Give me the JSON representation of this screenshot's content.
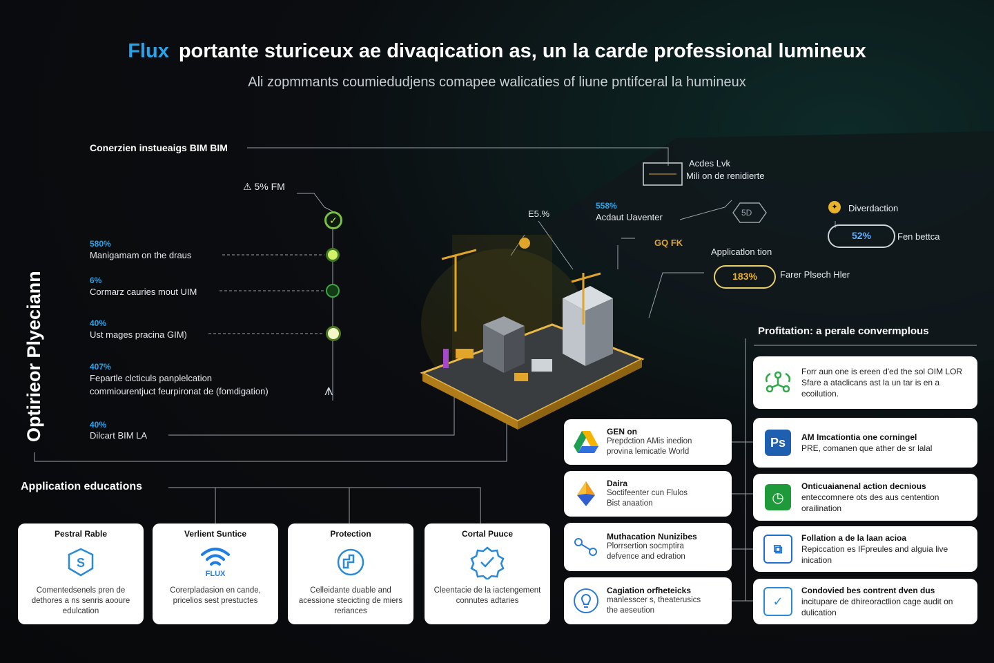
{
  "header": {
    "brand": "Flux",
    "title": "portante sturiceux ae divaqication as, un la carde professional lumineux",
    "subtitle": "Ali zopmmants coumiedudjens comapee walicaties of liune pntifceral la humineux"
  },
  "left_panel": {
    "vertical_label": "Optirieor Plyeciann",
    "heading": "Conerzien instueaigs BIM BIM",
    "top_node_label": "5% FM",
    "items": [
      {
        "pct": "580%",
        "label": "Manigamam on the draus"
      },
      {
        "pct": "6%",
        "label": "Cormarz cauries mout UIM"
      },
      {
        "pct": "40%",
        "label": "Ust mages pracina GIM)"
      },
      {
        "pct": "407%",
        "label": "Fepartle clcticuls panplelcation",
        "label2": "commiourentjuct feurpironat de (fomdigation)"
      },
      {
        "pct": "40%",
        "label": "Dilcart BIM LA"
      }
    ]
  },
  "center": {
    "model_label": "E5.%",
    "callouts": [
      {
        "pct": "558%",
        "label": "Acdaut Uaventer"
      },
      {
        "pct": "",
        "label": "GQ FK"
      },
      {
        "pct": "",
        "label": "Applicatlon tion"
      }
    ]
  },
  "top_right": {
    "card_label_1": "Acdes Lvk",
    "card_label_2": "Mili on de renidierte",
    "hex_label": "5D",
    "diver": "Diverdaction",
    "pill_1": "52%",
    "pill_1_label": "Fen bettca",
    "pill_2": "183%",
    "pill_2_label": "Farer Plsech Hler"
  },
  "right_panel": {
    "heading": "Profitation: a perale convermplous",
    "cards": [
      {
        "icon": "network-icon",
        "title": "",
        "body": "Forr aun one is ereen d'ed the sol OIM LOR Sfare a ataclicans ast la un tar is en a ecoilution."
      },
      {
        "icon": "ps-icon",
        "title": "AM Imcationtia one corningel",
        "body": "PRE, comanen que ather de sr lalal"
      },
      {
        "icon": "clock-icon",
        "title": "Onticuaianenal action decnious",
        "body": "enteccomnere ots des aus centention orailination"
      },
      {
        "icon": "layers-icon",
        "title": "Follation a de la laan acioa",
        "body": "Repiccation es IFpreules and alguia live inication"
      },
      {
        "icon": "check-icon",
        "title": "Condovied bes contrent dven dus",
        "body": "incitupare de dhireoractlion cage audit on dulication"
      }
    ]
  },
  "middle_cards": [
    {
      "icon": "drive-icon",
      "title": "GEN on",
      "body": "Prepdction AMis inedion",
      "body2": "provina lemicatle World"
    },
    {
      "icon": "diamond-icon",
      "title": "Daira",
      "body": "Soctifeenter cun Flulos",
      "body2": "Bist anaation"
    },
    {
      "icon": "nodes-icon",
      "title": "Muthacation Nunizibes",
      "body": "Plorrsertion socmptira",
      "body2": "defvence and edration"
    },
    {
      "icon": "bulb-icon",
      "title": "Cagiation orfheteicks",
      "body": "manlesscer s, theaterusics",
      "body2": "the aeseution"
    }
  ],
  "applications": {
    "heading": "Application educations",
    "cards": [
      {
        "icon": "s-badge-icon",
        "title": "Pestral Rable",
        "body": "Comentedsenels pren de dethores a ns senris aooure edulcation"
      },
      {
        "icon": "wifi-icon",
        "icon_text": "FLUX",
        "title": "Verlient Suntice",
        "body": "Corerpladasion en cande, pricelios sest prestuctes"
      },
      {
        "icon": "puzzle-icon",
        "title": "Protection",
        "body": "Celleidante duable and acessione stecicting de miers reriances"
      },
      {
        "icon": "verified-icon",
        "title": "Cortal Puuce",
        "body": "Cleentacie de la iactengement connutes adtaries"
      }
    ]
  }
}
